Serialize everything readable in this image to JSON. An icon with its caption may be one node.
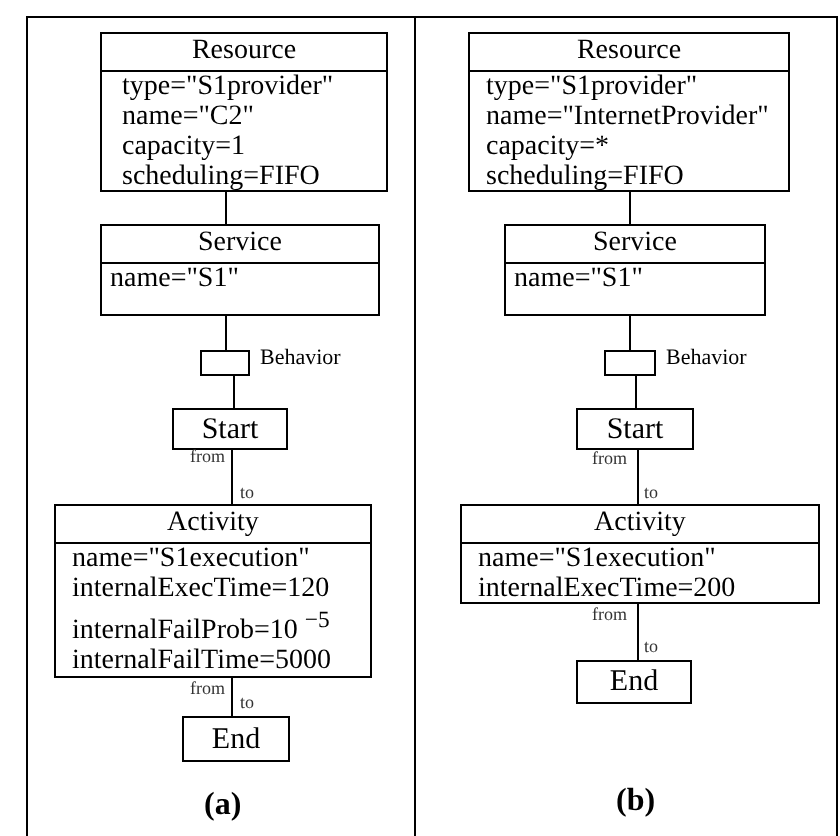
{
  "diagram": {
    "nodes": [
      {
        "text": [
          "Resource",
          "type=\"S1provider\"",
          "name=\"C2\"",
          "capacity=1",
          "scheduling=FIFO"
        ]
      },
      {
        "text": [
          "Service",
          "name=\"S1\""
        ]
      },
      {
        "text": [],
        "shape": "box",
        "beside": [
          "Behavior"
        ]
      },
      {
        "text": [
          "Start"
        ]
      },
      {
        "text": [
          "Activity",
          "name=\"S1execution\"",
          "internalExecTime=120",
          "internalFailProb=10 $^{−5}$",
          "internalFailTime=5000"
        ]
      },
      {
        "text": [
          "End"
        ]
      },
      {
        "text": [
          "Resource",
          "type=\"S1provider\"",
          "name=\"InternetProvider\"",
          "capacity=*",
          "scheduling=FIFO"
        ]
      },
      {
        "text": [
          "Service",
          "name=\"S1\""
        ]
      },
      {
        "text": [],
        "shape": "box",
        "beside": [
          "Behavior"
        ]
      },
      {
        "text": [
          "Start"
        ]
      },
      {
        "text": [
          "Activity",
          "name=\"S1execution\"",
          "internalExecTime=200"
        ]
      },
      {
        "text": [
          "End"
        ]
      }
    ],
    "edges": [
      {
        "from": 0,
        "to": 1,
        "arrow": "none"
      },
      {
        "from": 1,
        "to": 2,
        "arrow": "none"
      },
      {
        "from": 2,
        "to": 3,
        "arrow": "none"
      },
      {
        "from": 3,
        "to": 4,
        "arrow": "none"
      },
      {
        "from": 4,
        "to": 5,
        "arrow": "none"
      },
      {
        "from": 6,
        "to": 7,
        "arrow": "none"
      },
      {
        "from": 7,
        "to": 8,
        "arrow": "none"
      },
      {
        "from": 8,
        "to": 9,
        "arrow": "none"
      },
      {
        "from": 9,
        "to": 10,
        "arrow": "none"
      },
      {
        "from": 10,
        "to": 11,
        "arrow": "none"
      }
    ],
    "labels": [
      "from",
      "to",
      "from",
      "to",
      "(a)",
      "from",
      "to",
      "from",
      "to",
      "(b)"
    ]
  }
}
